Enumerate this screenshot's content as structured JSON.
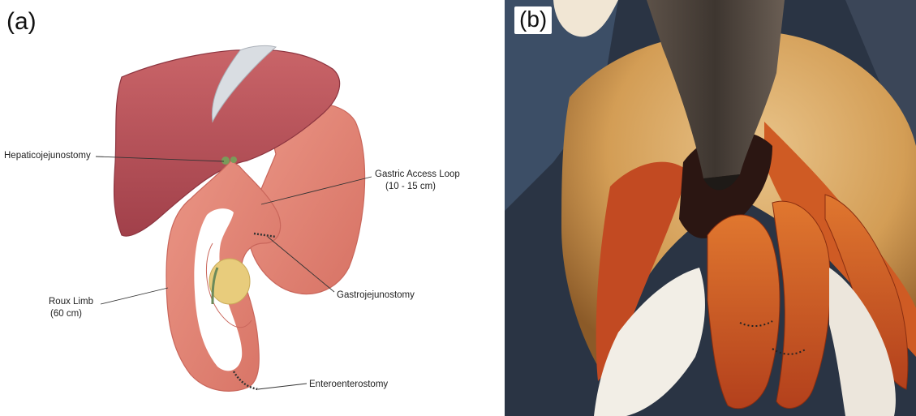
{
  "panels": {
    "a": {
      "label": "(a)"
    },
    "b": {
      "label": "(b)"
    }
  },
  "callouts": {
    "hepaticojejunostomy": "Hepaticojejunostomy",
    "gastric_access_loop": "Gastric Access Loop",
    "gastric_access_loop_len": "(10 - 15 cm)",
    "gastrojejunostomy": "Gastrojejunostomy",
    "roux_limb": "Roux Limb",
    "roux_limb_len": "(60 cm)",
    "enteroenterostomy": "Enteroenterostomy"
  },
  "colors": {
    "liver": "#b04b50",
    "liver_light": "#c76164",
    "bowel": "#e0877a",
    "bowel_dark": "#c9665b",
    "gallbladder": "#e8cc7c",
    "ligament": "#d9dde2",
    "leader": "#333333"
  }
}
